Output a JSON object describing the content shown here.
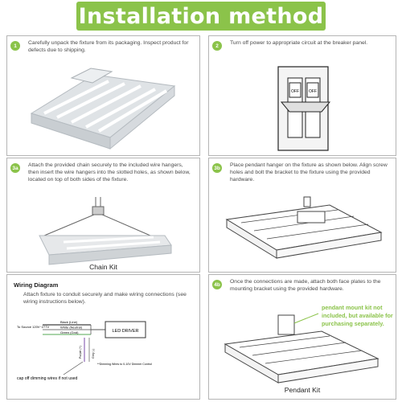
{
  "banner": {
    "title": "Installation method"
  },
  "steps": [
    {
      "badge": "1",
      "text": "Carefully unpack the fixture from its packaging. Inspect product for defects due to shipping."
    },
    {
      "badge": "2",
      "text": "Turn off power to appropriate circuit at the breaker panel."
    },
    {
      "badge": "3a",
      "text": "Attach the provided chain securely to the included wire hangers, then insert the wire hangers into the slotted holes, as shown below, located on top of both sides of the fixture.",
      "caption": "Chain Kit"
    },
    {
      "badge": "3b",
      "text": "Place pendant hanger on the fixture as shown below. Align screw holes and bolt the bracket to the fixture using the provided hardware."
    },
    {
      "badge": "4b",
      "text": "Once the connections are made, attach both face plates to the mounting bracket using the provided hardware.",
      "caption": "Pendant Kit",
      "note": "pendant mount kit not included, but available for purchasing separately."
    }
  ],
  "breaker": {
    "label_off": "OFF"
  },
  "wiring": {
    "title": "Wiring Diagram",
    "text": "Attach fixture to conduit securely and make wiring connections (see wiring instructions below).",
    "wire_labels": [
      "Black (Line)",
      "White (Neutral)",
      "Green (Gnd)"
    ],
    "source_label": "To Source 120V~277V",
    "driver_label": "LED DRIVER",
    "dimming_labels": [
      "Purple (+)",
      "Grey (-)"
    ],
    "dimming_note": "**Dimming Wires to 0-10V Dimmer Control",
    "cap_note": "cap off dimming wires if not used"
  },
  "colors": {
    "accent": "#8bc34a",
    "border": "#b5b5b5"
  }
}
